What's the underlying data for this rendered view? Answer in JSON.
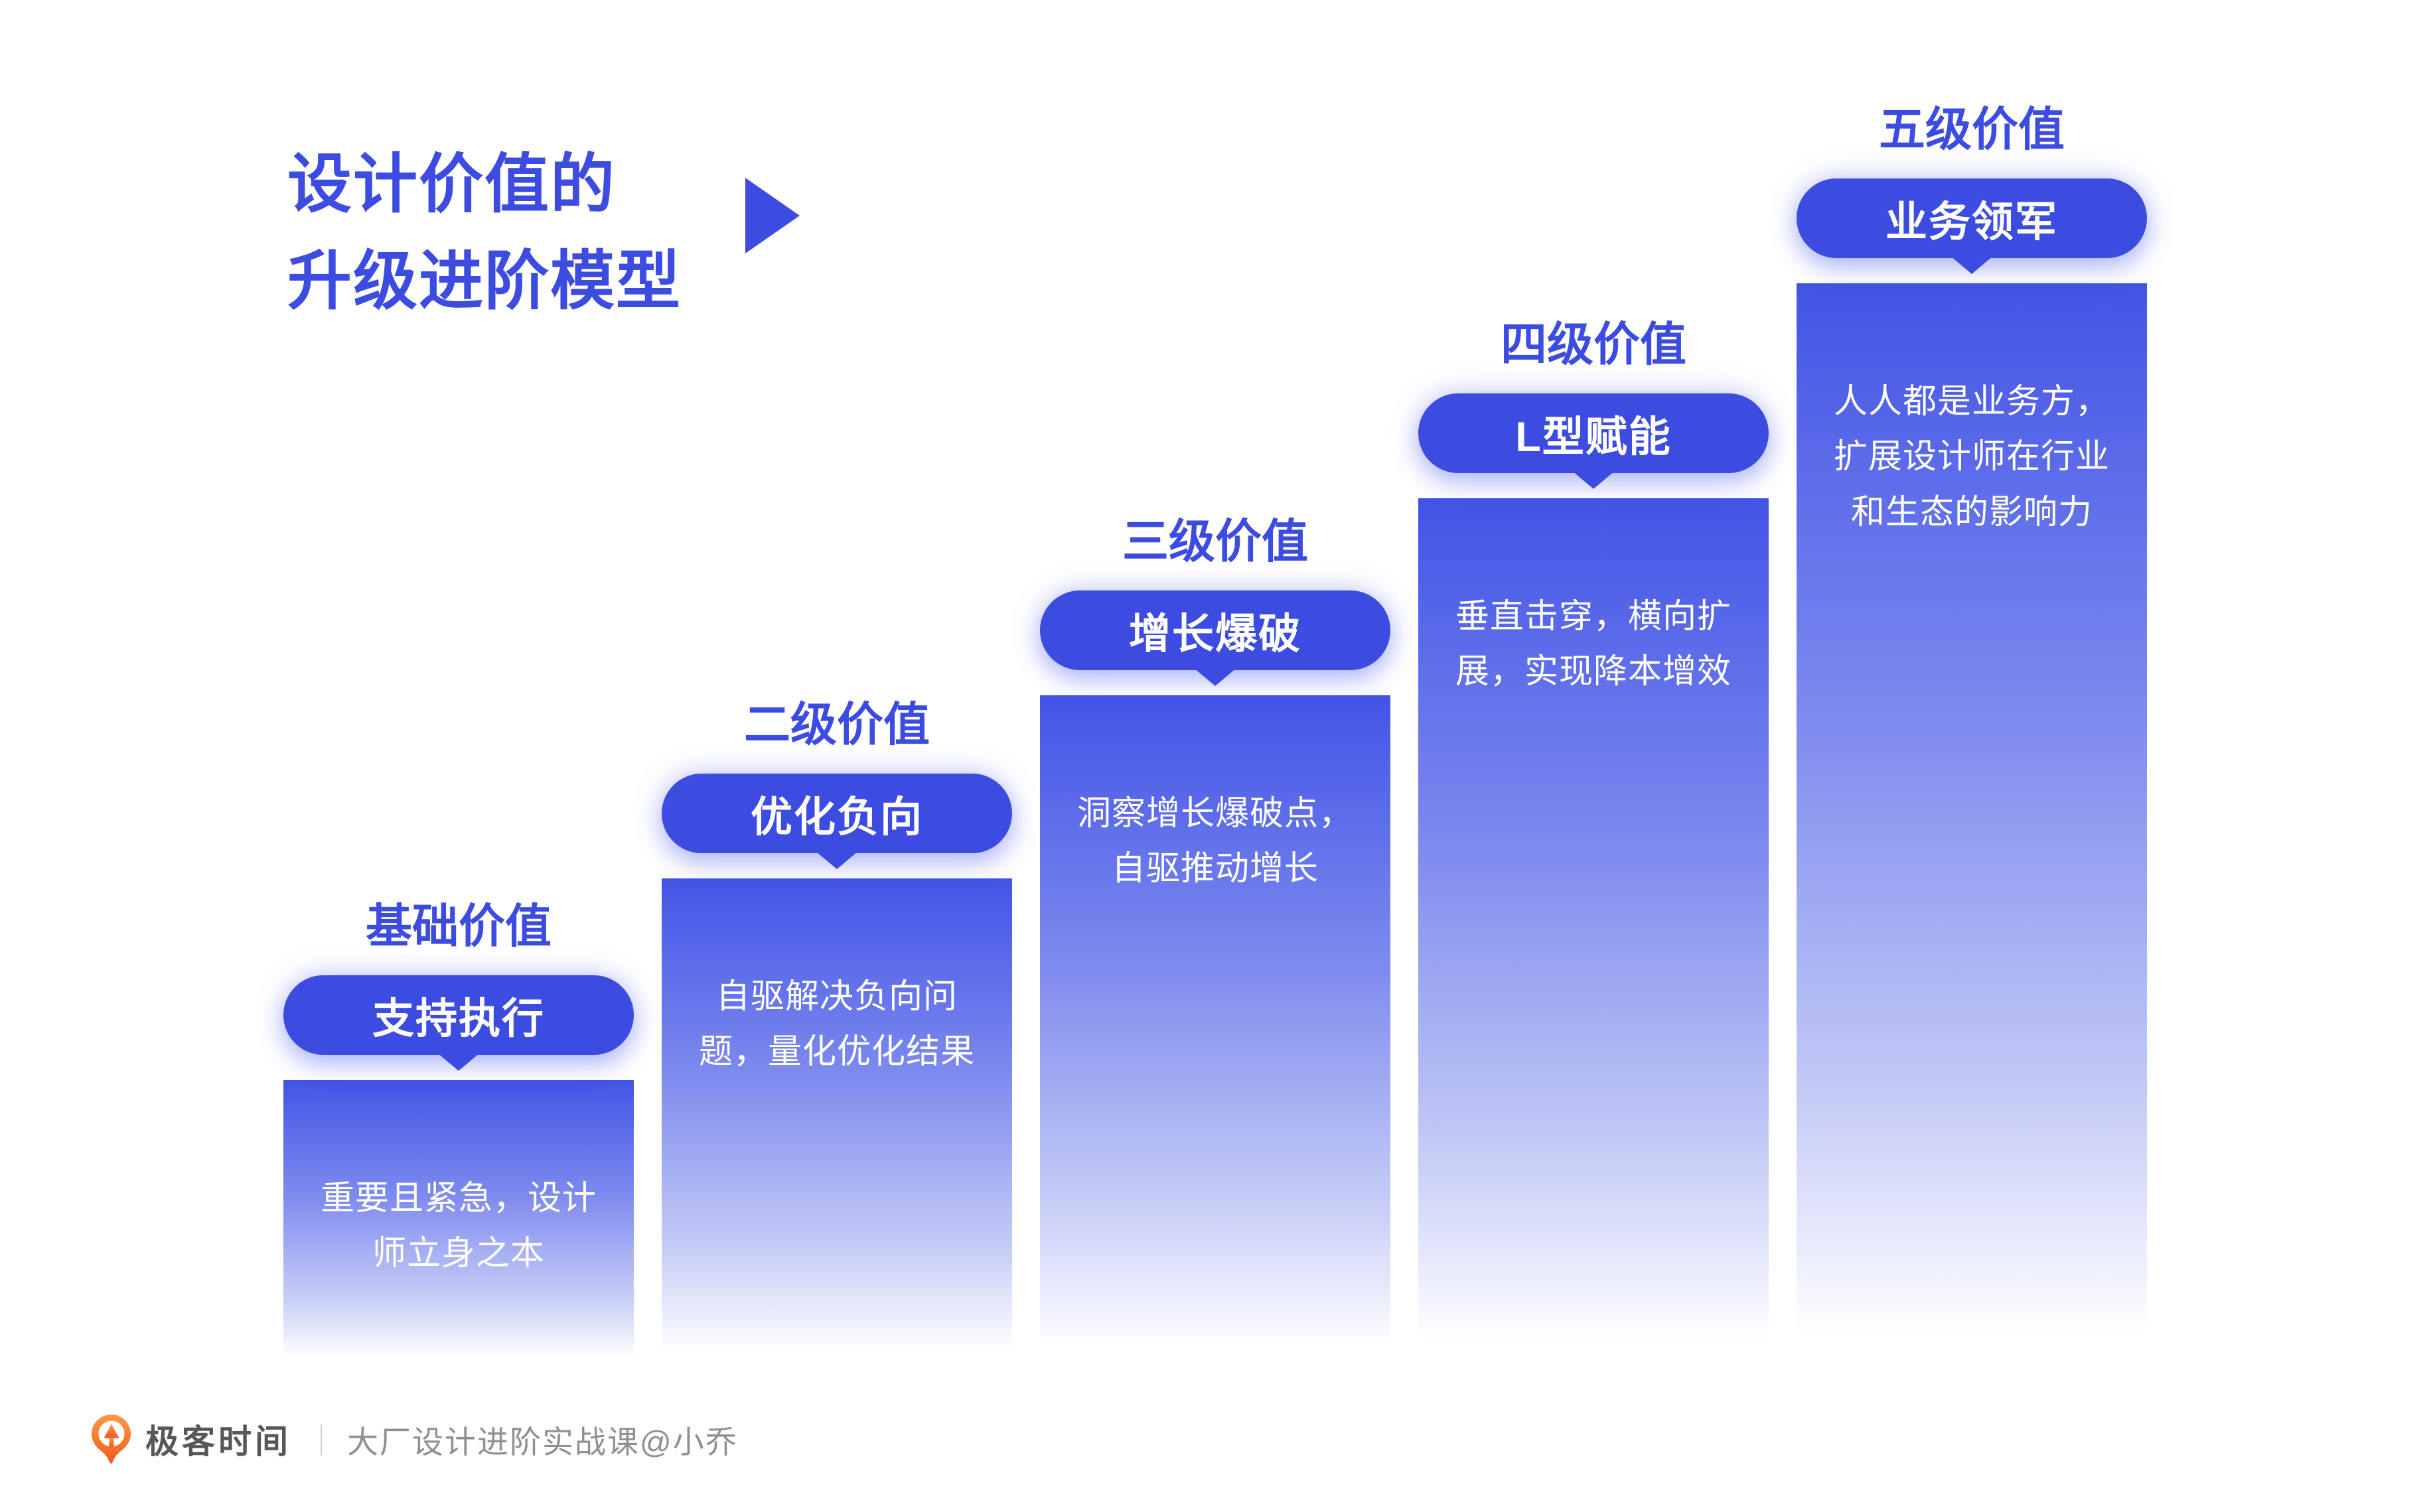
{
  "accent_color": "#3C4CE1",
  "bar_gradient": {
    "top": "#4254E6",
    "bottom": "#FFFFFF"
  },
  "title": {
    "lines": [
      "设计价值的",
      "升级进阶模型"
    ],
    "arrow_icon": "right-triangle"
  },
  "levels": [
    {
      "heading": "基础价值",
      "badge": "支持执行",
      "desc_lines": [
        "重要且紧急，设计",
        "师立身之本"
      ]
    },
    {
      "heading": "二级价值",
      "badge": "优化负向",
      "desc_lines": [
        "自驱解决负向问",
        "题，量化优化结果"
      ]
    },
    {
      "heading": "三级价值",
      "badge": "增长爆破",
      "desc_lines": [
        "洞察增长爆破点，",
        "自驱推动增长"
      ]
    },
    {
      "heading": "四级价值",
      "badge": "L型赋能",
      "desc_lines": [
        "垂直击穿，横向扩",
        "展，实现降本增效"
      ]
    },
    {
      "heading": "五级价值",
      "badge": "业务领军",
      "desc_lines": [
        "人人都是业务方，",
        "扩展设计师在行业",
        "和生态的影响力"
      ]
    }
  ],
  "footer": {
    "brand": "极客时间",
    "divider": "｜",
    "course": "大厂设计进阶实战课@小乔",
    "logo_colors": {
      "orange_top": "#FF9A45",
      "orange_bottom": "#EF5A1E"
    }
  }
}
